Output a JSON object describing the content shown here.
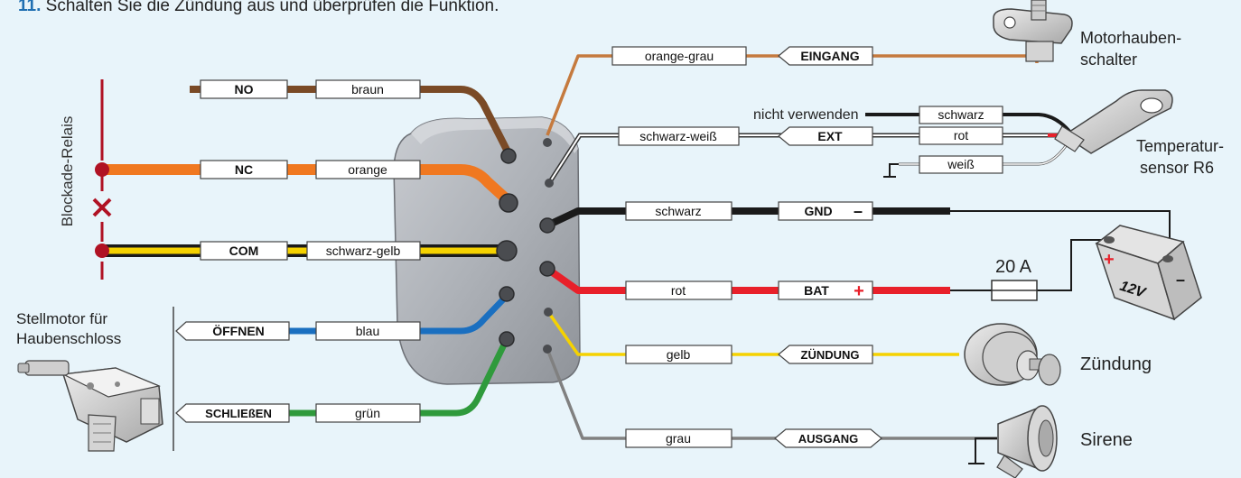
{
  "header": {
    "step": "11.",
    "text": "Schalten Sie die Zündung aus und überprüfen die Funktion."
  },
  "labels": {
    "relay": "Blockade-Relais",
    "stellmotor_line1": "Stellmotor für",
    "stellmotor_line2": "Haubenschloss",
    "motorhaube_line1": "Motorhauben-",
    "motorhaube_line2": "schalter",
    "temp_line1": "Temperatur-",
    "temp_line2": "sensor R6",
    "nicht_verwenden": "nicht verwenden",
    "fuse": "20 A",
    "battery": "12V",
    "zuendung": "Zündung",
    "sirene": "Sirene"
  },
  "colors": {
    "background": "#e8f4fa",
    "braun": "#7a4a26",
    "orange": "#f07820",
    "schwarz": "#1a1a1a",
    "gelb": "#f5d200",
    "blau": "#1a6fc0",
    "gruen": "#2f9a3c",
    "rot": "#e8202a",
    "grau": "#808080",
    "orange_grau": "#c57a3e",
    "relay_red": "#b01224"
  },
  "left_wires": [
    {
      "name": "no",
      "terminal": "NO",
      "color": "braun"
    },
    {
      "name": "nc",
      "terminal": "NC",
      "color": "orange"
    },
    {
      "name": "com",
      "terminal": "COM",
      "color": "schwarz-gelb"
    },
    {
      "name": "oeffnen",
      "terminal": "ÖFFNEN",
      "color": "blau"
    },
    {
      "name": "schliessen",
      "terminal": "SCHLIEßEN",
      "color": "grün"
    }
  ],
  "right_wires": [
    {
      "name": "eingang",
      "terminal": "EINGANG",
      "color": "orange-grau"
    },
    {
      "name": "ext",
      "terminal": "EXT",
      "color": "schwarz-weiß"
    },
    {
      "name": "gnd",
      "terminal": "GND",
      "color": "schwarz",
      "symbol": "–"
    },
    {
      "name": "bat",
      "terminal": "BAT",
      "color": "rot",
      "symbol": "+"
    },
    {
      "name": "zuendung",
      "terminal": "ZÜNDUNG",
      "color": "gelb"
    },
    {
      "name": "ausgang",
      "terminal": "AUSGANG",
      "color": "grau"
    }
  ],
  "temp_sensor_wires": [
    "schwarz",
    "rot",
    "weiß"
  ],
  "battery_symbols": {
    "plus": "+",
    "minus": "–"
  }
}
